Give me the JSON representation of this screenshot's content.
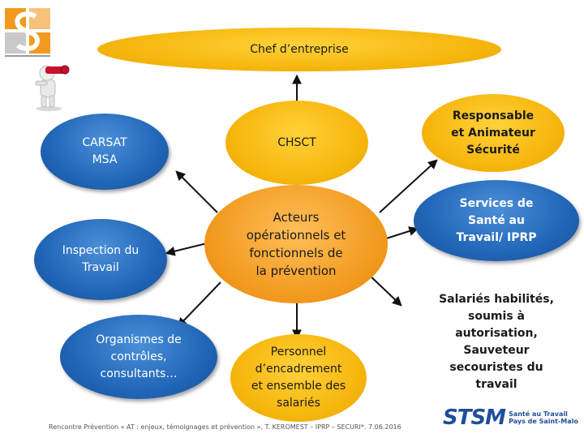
{
  "nodes": {
    "chef": "Chef d’entreprise",
    "carsat": "CARSAT\nMSA",
    "chsct": "CHSCT",
    "responsable": "Responsable\net Animateur\nSécurité",
    "services": "Services de\nSanté au\nTravail/ IPRP",
    "acteurs": "Acteurs\nopérationnels et\nfonctionnels de\nla prévention",
    "inspection": "Inspection du\nTravail",
    "salaries": "Salariés habilités,\nsoumis à\nautorisation,\nSauveteur\nsecouristes du\ntravail",
    "organismes": "Organismes de\ncontrôles,\nconsultants…",
    "personnel": "Personnel\nd’encadrement\net ensemble des\nsalariés"
  },
  "footer": "Rencontre Prévention « AT : enjeux, témoignages et prévention », T. KEROMEST – IPRP – SECURI*. 7.06.2016",
  "stsm": {
    "letters": "STSM",
    "line": "Santé au Travail\nPays de Saint-Malo"
  },
  "colors": {
    "yellow": "#f7b70f",
    "orange": "#f29a1f",
    "blue": "#2166b8",
    "logo_orange": "#f29a1f",
    "logo_grey": "#9a9a9a",
    "figure_red": "#c8102e"
  }
}
